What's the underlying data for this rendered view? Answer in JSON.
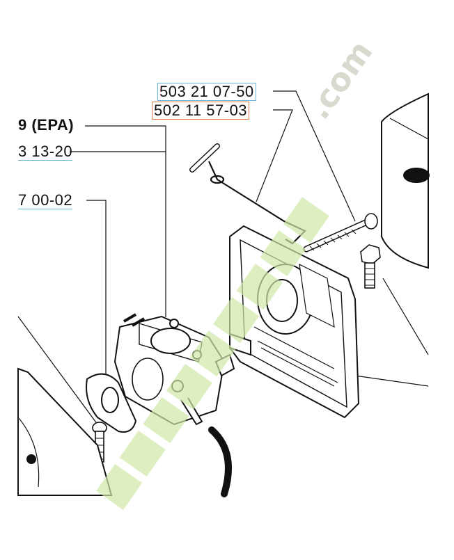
{
  "labels": {
    "p1": "503 21 07-50",
    "p2": "502 11 57-03",
    "p3": "9 (EPA)",
    "p4": "3 13-20",
    "p5": "7 00-02"
  },
  "colors": {
    "blue_box": "#6fb7d8",
    "orange_box": "#e07a4a",
    "line": "#111111"
  }
}
